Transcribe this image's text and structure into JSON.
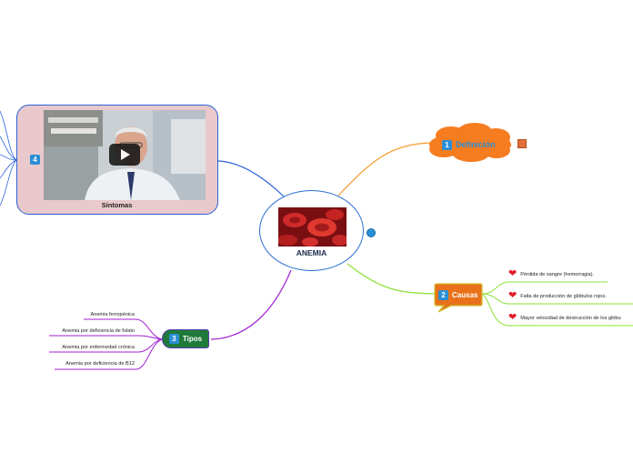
{
  "central": {
    "title": "ANEMIA"
  },
  "definicion": {
    "number": "1",
    "label": "Definición"
  },
  "causas": {
    "number": "2",
    "label": "Causas",
    "items": [
      "Pérdida de sangre (hemorragia).",
      "Falta de producción de glóbulos rojos.",
      "Mayor velocidad de destrucción de los glóbu"
    ]
  },
  "tipos": {
    "number": "3",
    "label": "Tipos",
    "items": [
      "Anemia ferropénica",
      "Anemia por deficiencia de folato",
      "Anemia por enfermedad crónica",
      "Anemia por deficiencia de B12"
    ]
  },
  "sintomas": {
    "number": "4",
    "caption": "Síntomas"
  },
  "colors": {
    "definicion": "#f57c1f",
    "causas": "#e8711a",
    "causas_branch": "#8be036",
    "tipos": "#1f7a3a",
    "tipos_branch": "#a020d0",
    "sintomas_border": "#2a62d9",
    "sintomas_fill": "#e9c9cc",
    "central_border": "#2a6fd0"
  }
}
